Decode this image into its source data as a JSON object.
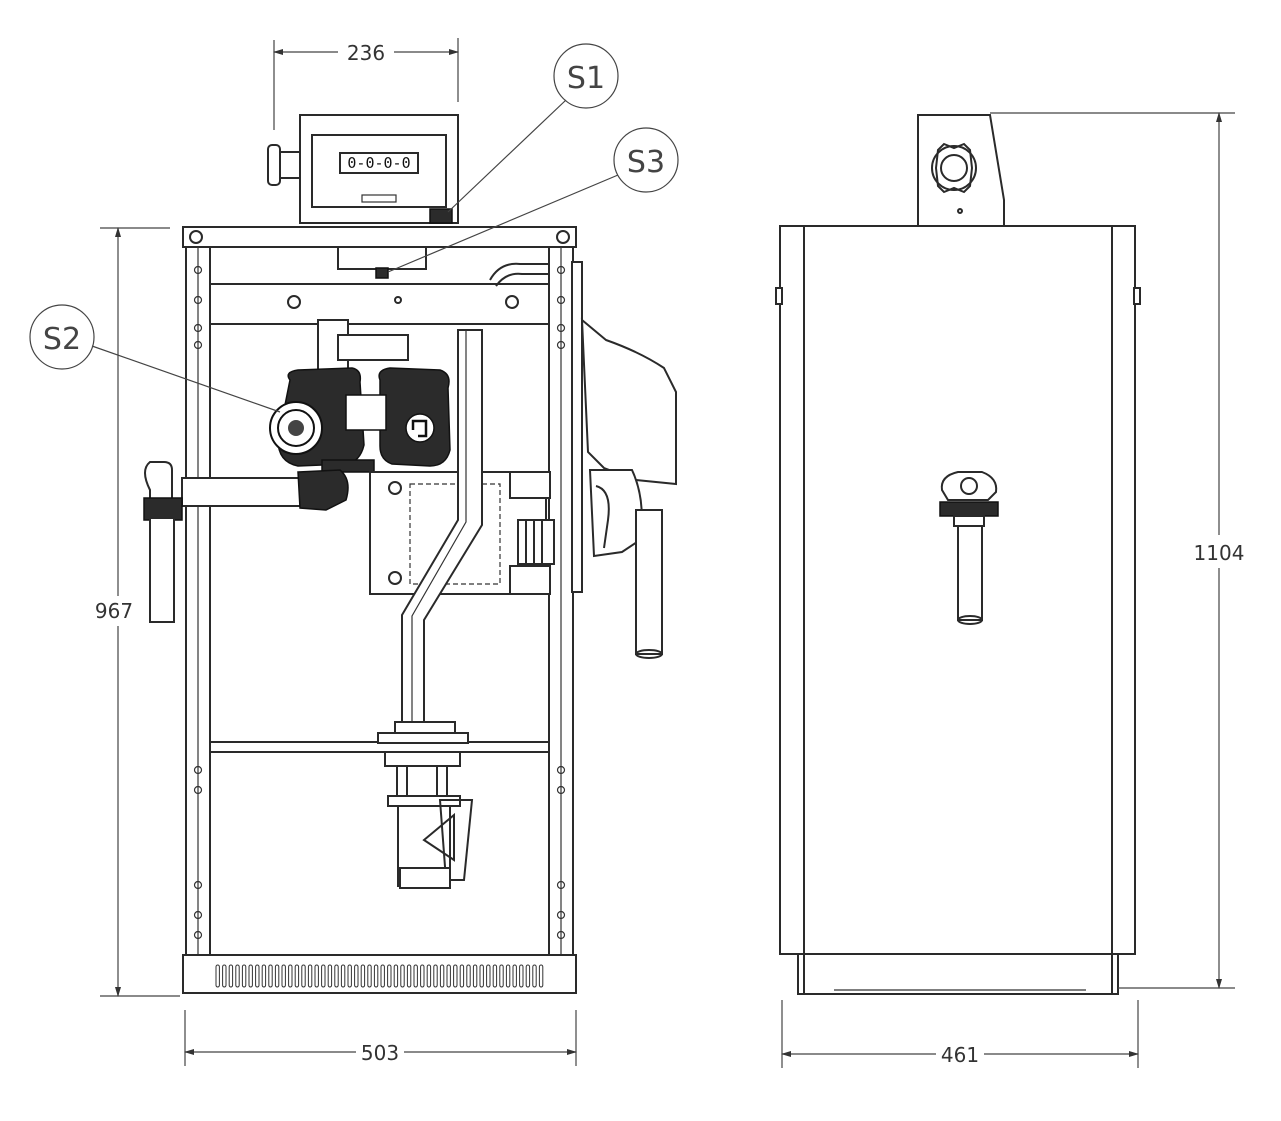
{
  "dimensions": {
    "meter_width": "236",
    "frame_height": "967",
    "frame_width": "503",
    "side_height": "1104",
    "side_depth": "461"
  },
  "callouts": {
    "s1": "S1",
    "s2": "S2",
    "s3": "S3"
  },
  "meter": {
    "counter_digits": "0-0-0-0"
  }
}
